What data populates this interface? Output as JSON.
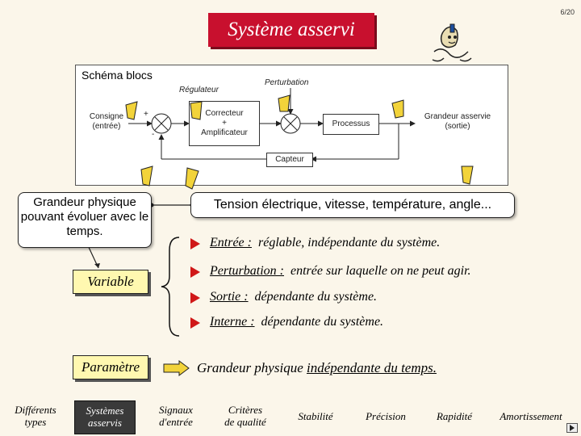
{
  "header": {
    "title": "Système asservi",
    "page": "6/20"
  },
  "diagram": {
    "title": "Schéma blocs",
    "regulateur": "Régulateur",
    "perturbation": "Perturbation",
    "consigne": "Consigne\n(entrée)",
    "plus": "+",
    "minus": "-",
    "correcteur": "Correcteur\n+\nAmplificateur",
    "processus": "Processus",
    "grandeur_asservie": "Grandeur asservie\n(sortie)",
    "capteur": "Capteur"
  },
  "callouts": {
    "physique": "Grandeur physique pouvant évoluer avec le temps.",
    "tension": "Tension électrique, vitesse, température, angle..."
  },
  "labels": {
    "variable": "Variable",
    "parametre": "Paramètre"
  },
  "items": [
    {
      "term": "Entrée :",
      "desc": "réglable, indépendante du système."
    },
    {
      "term": "Perturbation :",
      "desc": "entrée sur laquelle on ne peut agir."
    },
    {
      "term": "Sortie :",
      "desc": "dépendante du système."
    },
    {
      "term": "Interne :",
      "desc": "dépendante du système."
    }
  ],
  "parametre_desc": {
    "prefix": "Grandeur physique ",
    "underlined": "indépendante du temps."
  },
  "nav": [
    {
      "label": "Différents\ntypes",
      "active": false
    },
    {
      "label": "Systèmes\nasservis",
      "active": true
    },
    {
      "label": "Signaux\nd'entrée",
      "active": false
    },
    {
      "label": "Critères\nde qualité",
      "active": false
    },
    {
      "label": "Stabilité",
      "active": false
    },
    {
      "label": "Précision",
      "active": false
    },
    {
      "label": "Rapidité",
      "active": false
    },
    {
      "label": "Amortissement",
      "active": false
    }
  ],
  "colors": {
    "title_bg": "#c8102e",
    "bullet": "#d01818",
    "pointer": "#f2d33a",
    "label_bg": "#fff8b0"
  }
}
